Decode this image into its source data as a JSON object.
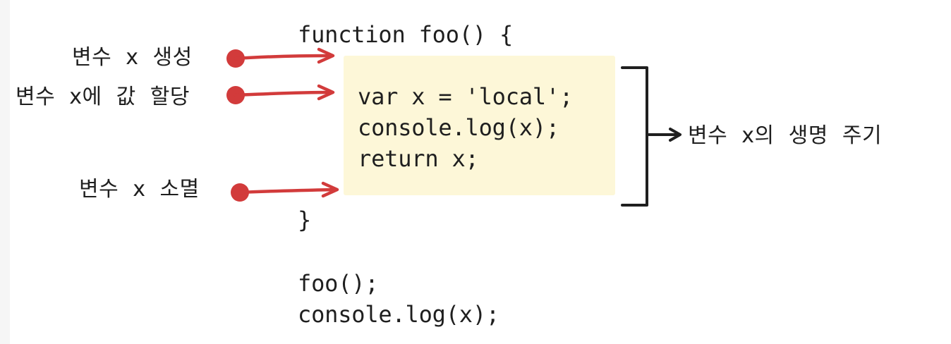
{
  "code": {
    "function_open": "function foo() {",
    "body_lines": [
      "var x = 'local';",
      "console.log(x);",
      "return x;"
    ],
    "function_close": "}",
    "call_lines": [
      "foo();",
      "console.log(x);"
    ]
  },
  "annotations": {
    "created": "변수 x 생성",
    "assigned": "변수 x에 값 할당",
    "destroyed": "변수 x 소멸",
    "lifetime": "변수 x의 생명 주기"
  },
  "colors": {
    "arrow_red": "#d23b3b",
    "highlight_bg": "#fdf7d8",
    "ink": "#1f1f1f"
  }
}
